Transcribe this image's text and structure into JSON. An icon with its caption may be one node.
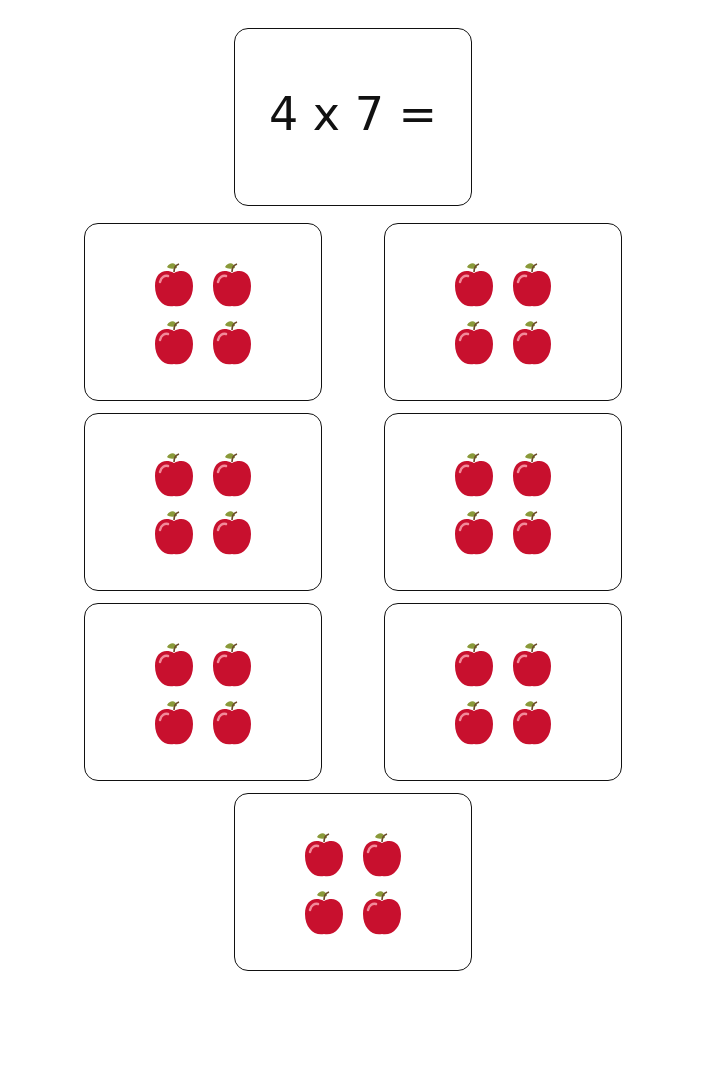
{
  "diagram": {
    "nodes": [
      {
        "text": [
          "4 x 7 ="
        ]
      },
      {
        "text": [],
        "shape": "box"
      },
      {
        "text": [],
        "shape": "box"
      },
      {
        "text": [],
        "shape": "box"
      },
      {
        "text": [],
        "shape": "box"
      },
      {
        "text": [],
        "shape": "box"
      },
      {
        "text": [],
        "shape": "box"
      },
      {
        "text": [],
        "shape": "box"
      }
    ]
  }
}
